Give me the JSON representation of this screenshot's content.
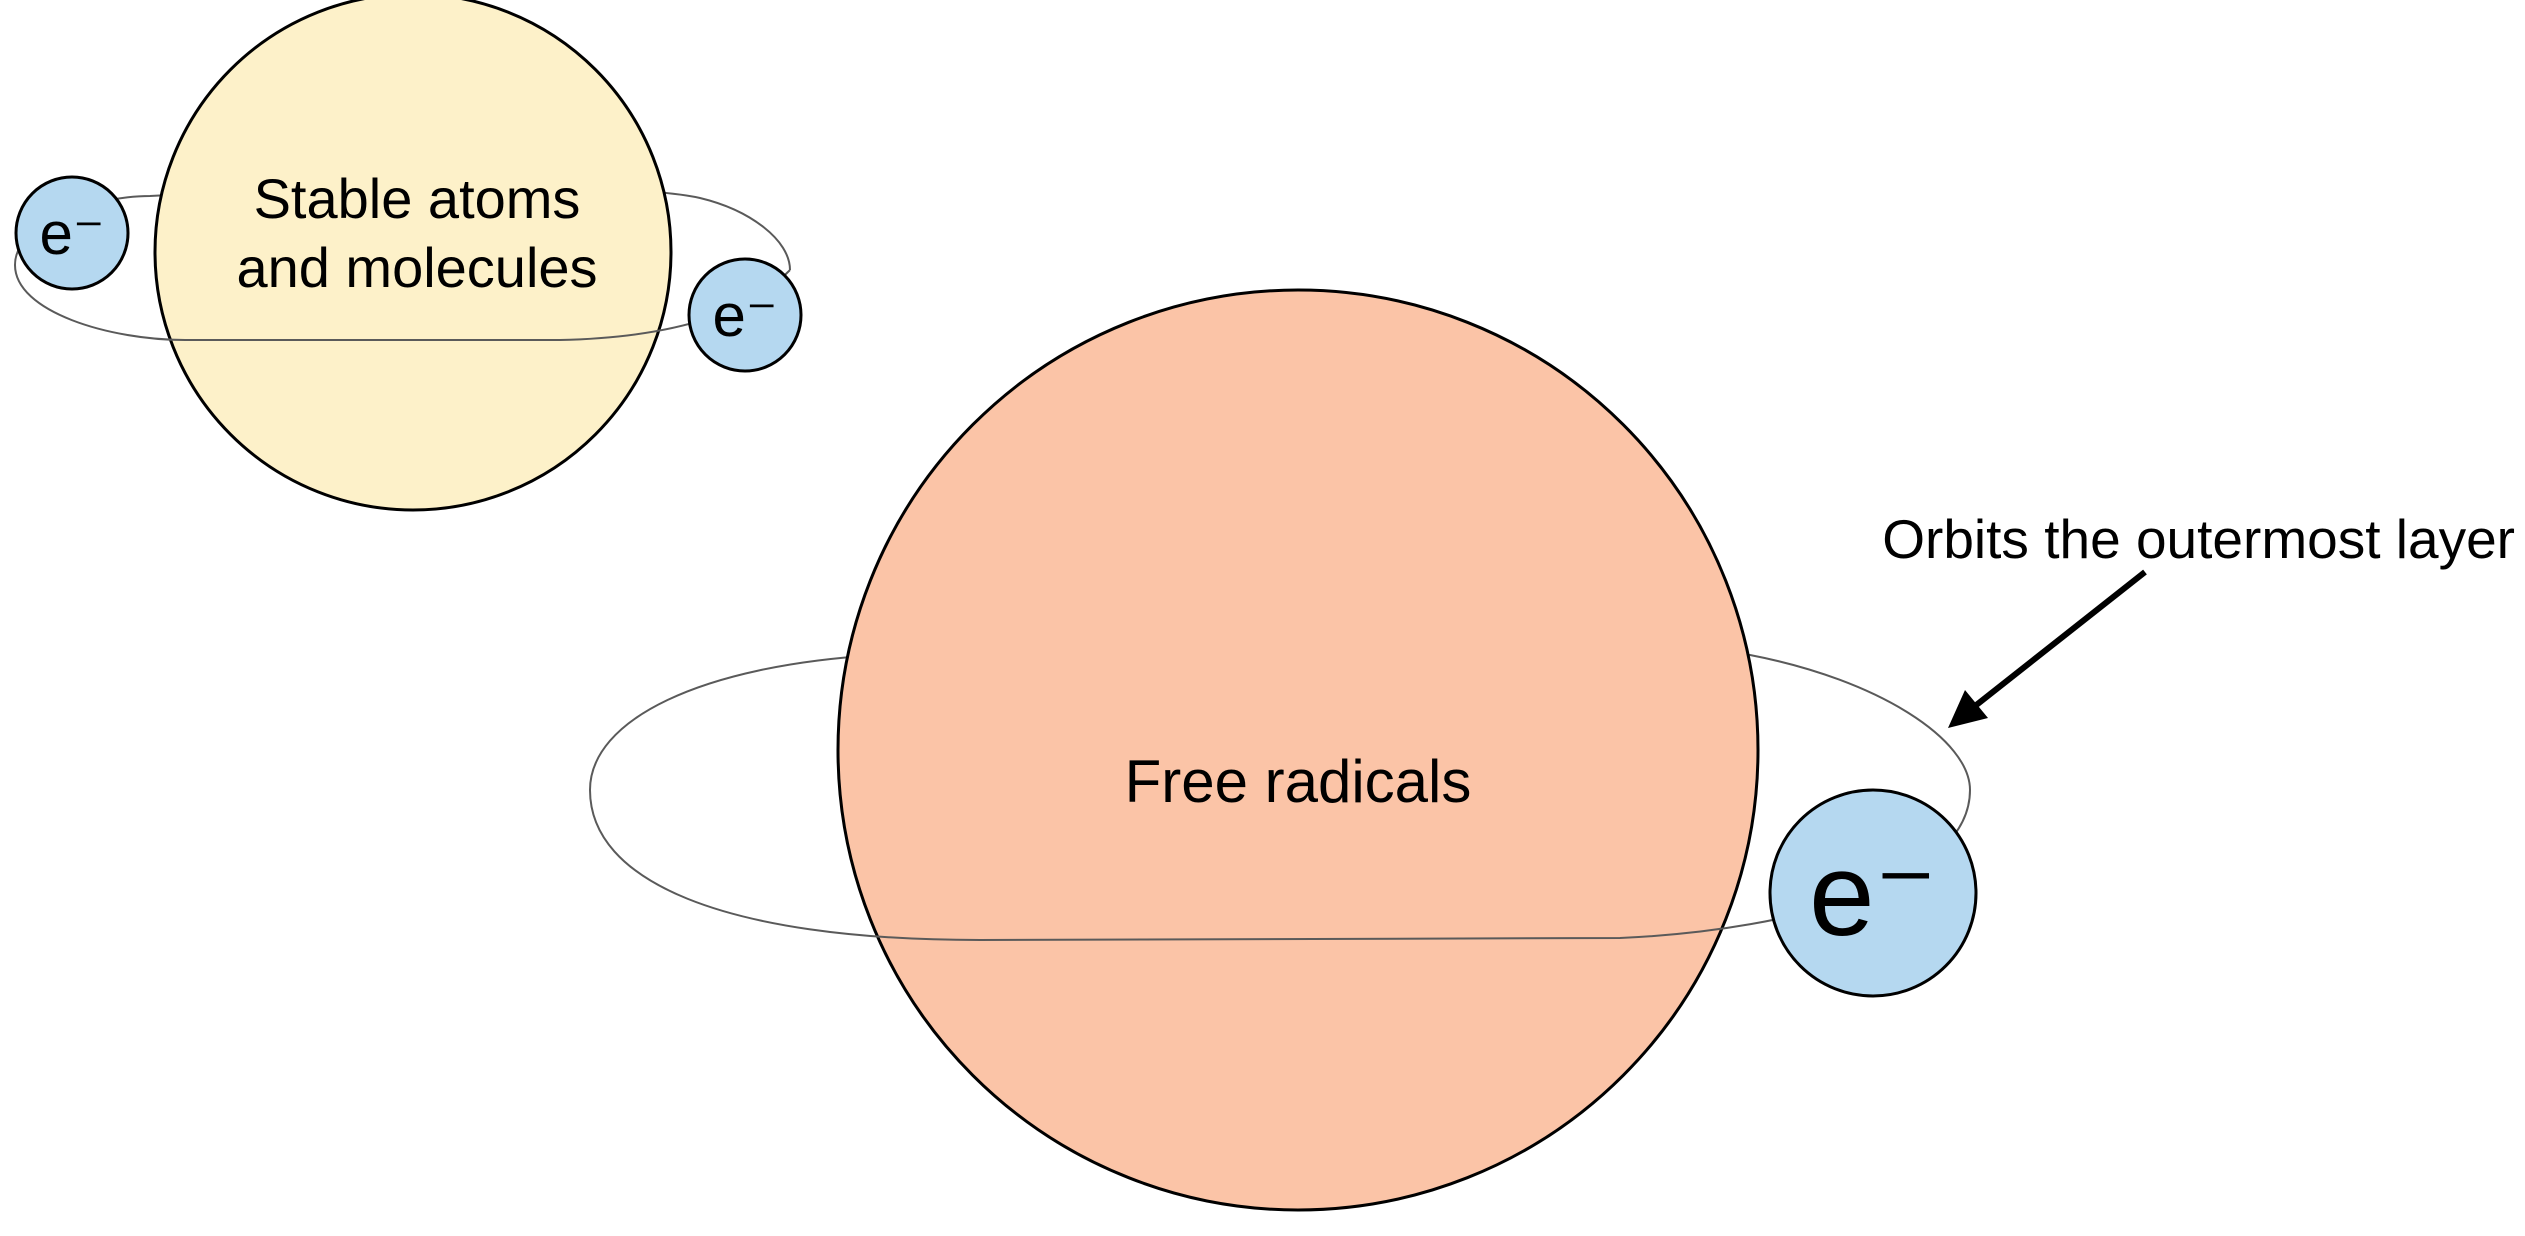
{
  "stable": {
    "line1": "Stable atoms",
    "line2": "and molecules",
    "fill_color": "#fdf1c9",
    "electron_label": "e⁻",
    "electron_count": 2
  },
  "free_radical": {
    "label": "Free radicals",
    "fill_color": "#fbc4a7",
    "electron_label": "e⁻",
    "electron_count": 1
  },
  "electron": {
    "fill_color": "#b5d8f0"
  },
  "annotation": {
    "text": "Orbits the outermost layer",
    "icon": "arrow-icon"
  }
}
